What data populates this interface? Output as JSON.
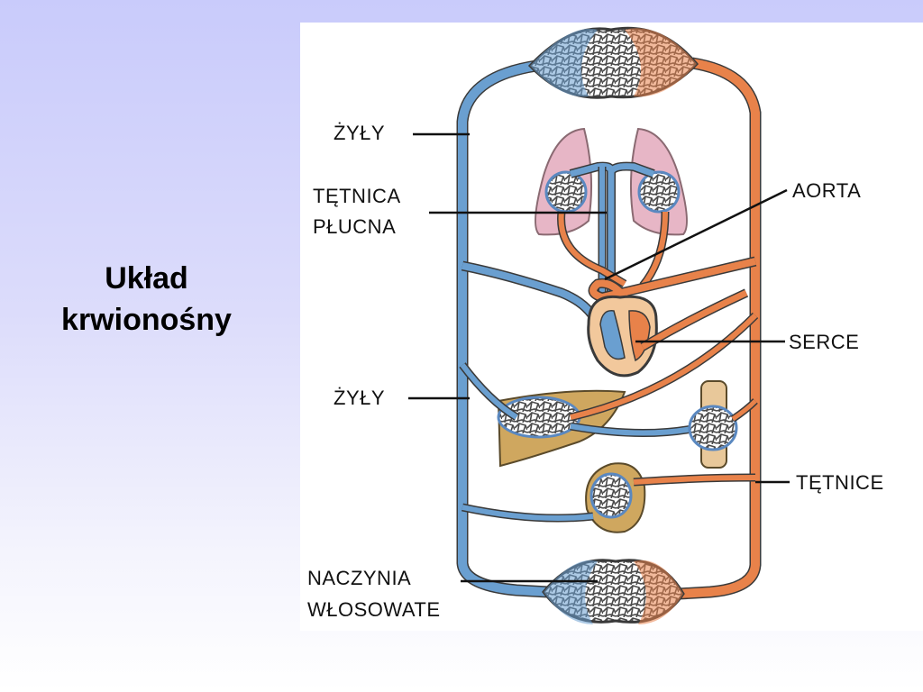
{
  "slide": {
    "title_line1": "Układ",
    "title_line2": "krwionośny"
  },
  "diagram": {
    "labels": {
      "veins_top": "ŻYŁY",
      "pulmonary_artery_line1": "TĘTNICA",
      "pulmonary_artery_line2": "PŁUCNA",
      "aorta": "AORTA",
      "heart": "SERCE",
      "veins_middle": "ŻYŁY",
      "arteries": "TĘTNICE",
      "capillaries_line1": "NACZYNIA",
      "capillaries_line2": "WŁOSOWATE"
    },
    "colors": {
      "vein_blue": "#6a9fd0",
      "artery_orange": "#e8824a",
      "organ_tan": "#cfa75f",
      "lung_pink": "#e7b6c6",
      "outline": "#3a3a3a"
    }
  }
}
